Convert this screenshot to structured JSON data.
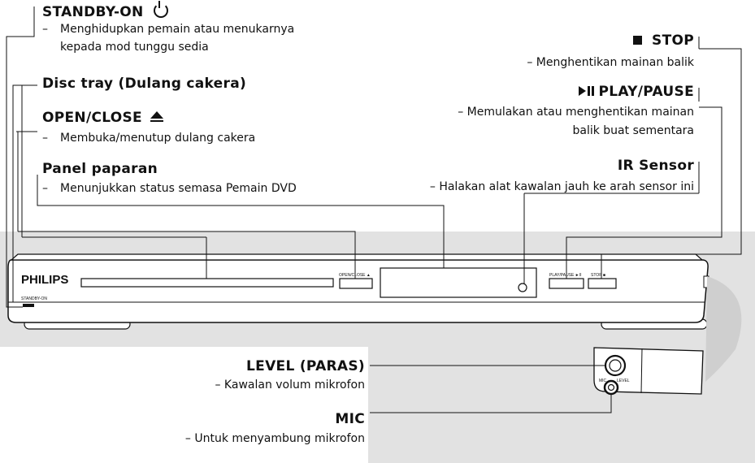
{
  "left": {
    "standby": {
      "title": "STANDBY-ON",
      "icon": "power-icon",
      "desc1": "Menghidupkan pemain atau menukarnya",
      "desc2": "kepada mod tunggu sedia"
    },
    "disc_tray": {
      "title": "Disc tray (Dulang cakera)"
    },
    "open_close": {
      "title": "OPEN/CLOSE",
      "icon": "eject-icon",
      "desc": "Membuka/menutup dulang cakera"
    },
    "panel": {
      "title": "Panel paparan",
      "desc": "Menunjukkan status semasa Pemain DVD"
    }
  },
  "right": {
    "stop": {
      "title": "STOP",
      "icon": "stop-icon",
      "desc": "– Menghentikan mainan balik"
    },
    "play_pause": {
      "title": "PLAY/PAUSE",
      "icon": "play-pause-icon",
      "desc1": "– Memulakan atau menghentikan mainan",
      "desc2": "balik buat sementara"
    },
    "ir_sensor": {
      "title": "IR Sensor",
      "desc": "– Halakan alat kawalan jauh ke arah sensor ini"
    }
  },
  "bottom": {
    "level": {
      "title": "LEVEL (PARAS)",
      "desc": "– Kawalan volum mikrofon"
    },
    "mic": {
      "title": "MIC",
      "desc": "– Untuk menyambung mikrofon"
    }
  },
  "device": {
    "brand": "PHILIPS",
    "standby_label": "STANDBY-ON",
    "open_close_label": "OPEN/CLOSE ▲",
    "play_pause_label": "PLAY/PAUSE ►II",
    "stop_label": "STOP ■",
    "mic_label": "MIC",
    "level_label": "LEVEL"
  },
  "colors": {
    "background_band": "#e2e2e2",
    "device_body": "#ffffff",
    "line": "#111111"
  }
}
